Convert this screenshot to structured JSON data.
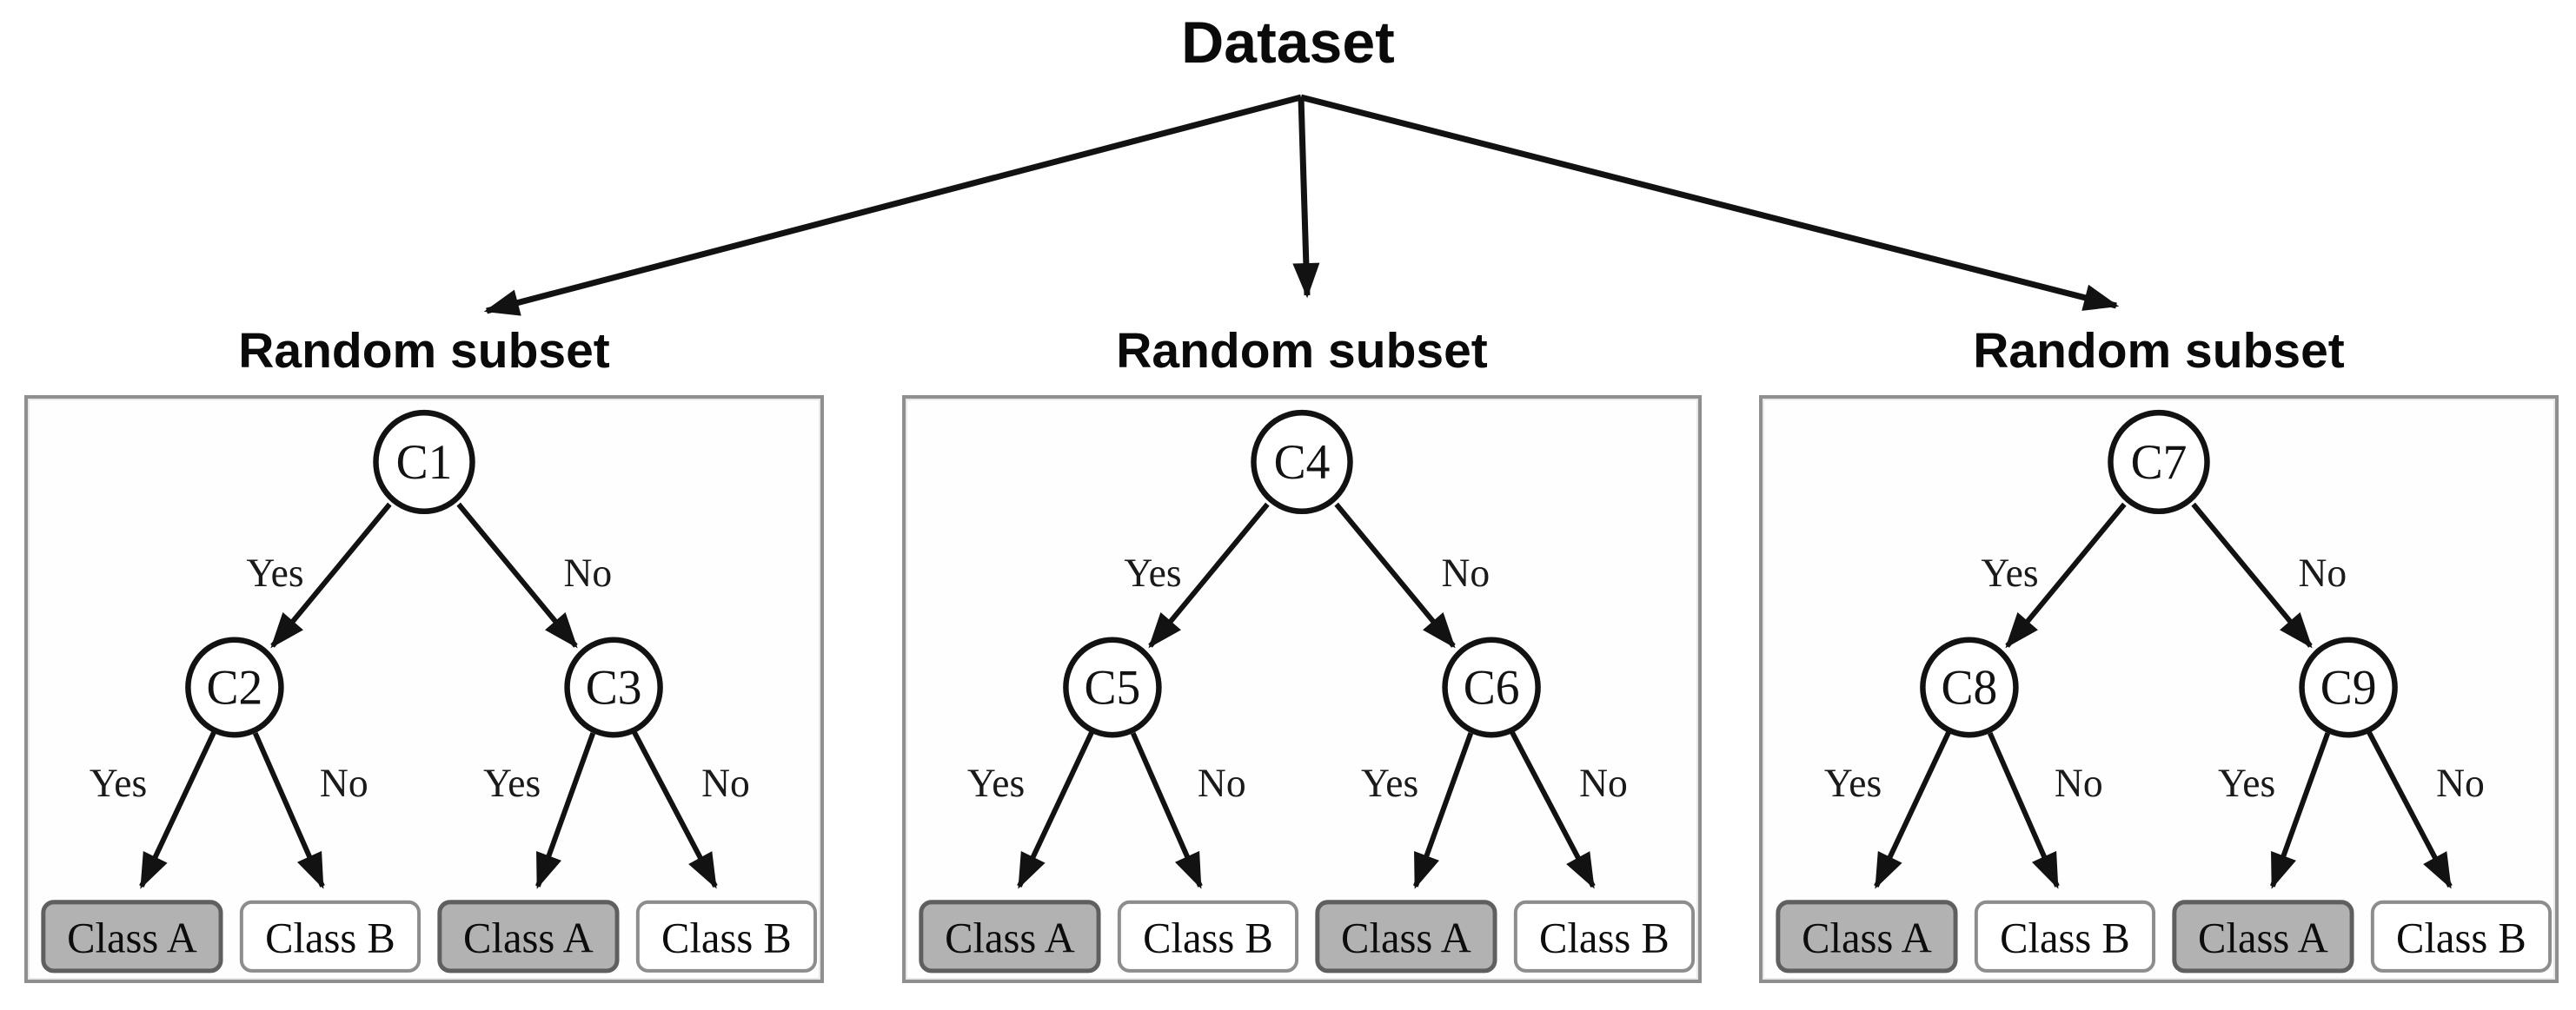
{
  "header": {
    "dataset_label": "Dataset"
  },
  "colors": {
    "line": "#121212",
    "box_border": "#8f8f8f",
    "class_a_fill": "#b2b2b2",
    "class_b_fill": "#ffffff"
  },
  "trees": [
    {
      "title": "Random subset",
      "nodes": {
        "root": "C1",
        "left": "C2",
        "right": "C3"
      },
      "branch_labels": [
        "Yes",
        "No",
        "Yes",
        "No",
        "Yes",
        "No"
      ],
      "leaves": [
        {
          "label": "Class A",
          "fill": "#b2b2b2"
        },
        {
          "label": "Class B",
          "fill": "#ffffff"
        },
        {
          "label": "Class A",
          "fill": "#b2b2b2"
        },
        {
          "label": "Class B",
          "fill": "#ffffff"
        }
      ]
    },
    {
      "title": "Random subset",
      "nodes": {
        "root": "C4",
        "left": "C5",
        "right": "C6"
      },
      "branch_labels": [
        "Yes",
        "No",
        "Yes",
        "No",
        "Yes",
        "No"
      ],
      "leaves": [
        {
          "label": "Class A",
          "fill": "#b2b2b2"
        },
        {
          "label": "Class B",
          "fill": "#ffffff"
        },
        {
          "label": "Class A",
          "fill": "#b2b2b2"
        },
        {
          "label": "Class B",
          "fill": "#ffffff"
        }
      ]
    },
    {
      "title": "Random subset",
      "nodes": {
        "root": "C7",
        "left": "C8",
        "right": "C9"
      },
      "branch_labels": [
        "Yes",
        "No",
        "Yes",
        "No",
        "Yes",
        "No"
      ],
      "leaves": [
        {
          "label": "Class A",
          "fill": "#b2b2b2"
        },
        {
          "label": "Class B",
          "fill": "#ffffff"
        },
        {
          "label": "Class A",
          "fill": "#b2b2b2"
        },
        {
          "label": "Class B",
          "fill": "#ffffff"
        }
      ]
    }
  ]
}
